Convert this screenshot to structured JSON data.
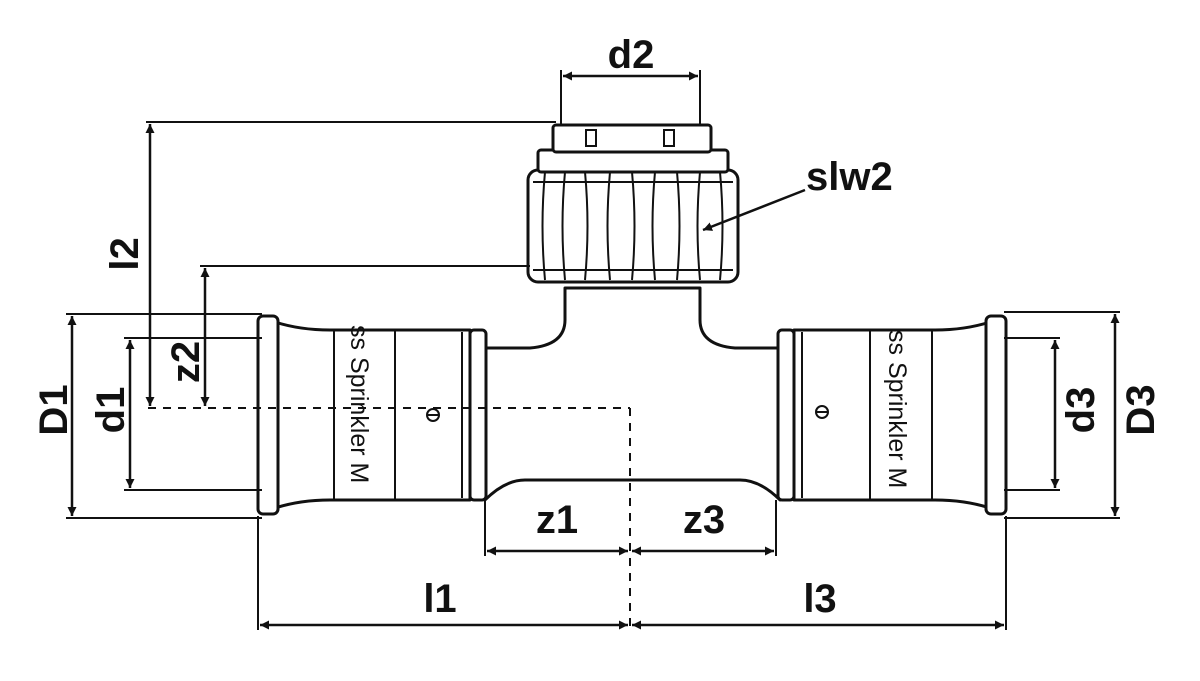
{
  "labels": {
    "D1": "D1",
    "d1": "d1",
    "z2": "z2",
    "l2": "l2",
    "d2": "d2",
    "slw2": "slw2",
    "z1": "z1",
    "z3": "z3",
    "l1": "l1",
    "l3": "l3",
    "d3": "d3",
    "D3": "D3"
  },
  "fitting_marking": {
    "left": "ss Sprinkler M",
    "right": "ss Sprinkler M"
  },
  "colors": {
    "line": "#111111",
    "background": "#ffffff"
  }
}
